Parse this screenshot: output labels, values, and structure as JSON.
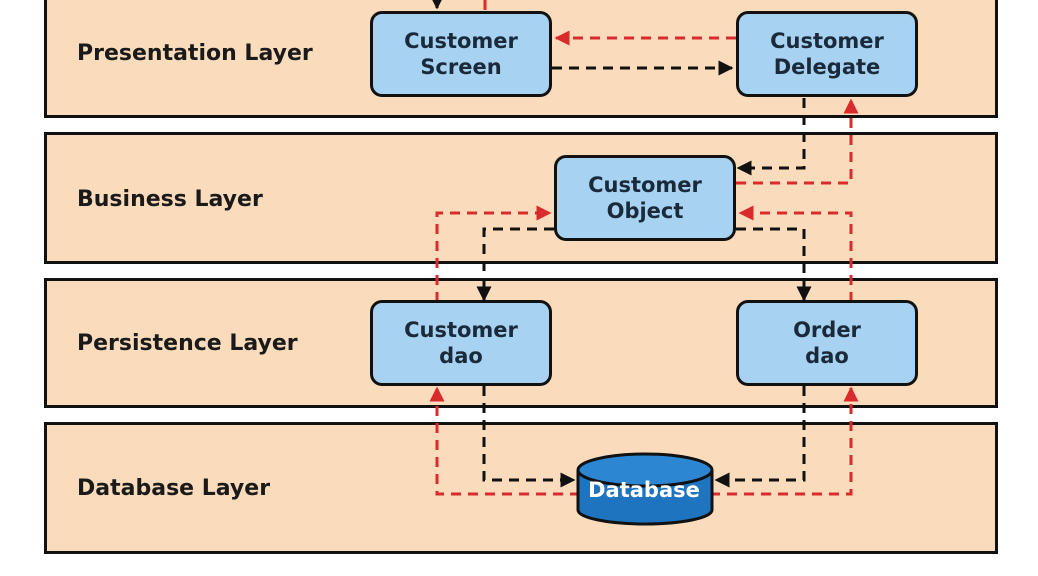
{
  "layers": [
    {
      "label": "Presentation Layer"
    },
    {
      "label": "Business Layer"
    },
    {
      "label": "Persistence Layer"
    },
    {
      "label": "Database Layer"
    }
  ],
  "components": {
    "customer_screen": {
      "line1": "Customer",
      "line2": "Screen"
    },
    "customer_delegate": {
      "line1": "Customer",
      "line2": "Delegate"
    },
    "customer_object": {
      "line1": "Customer",
      "line2": "Object"
    },
    "customer_dao": {
      "line1": "Customer",
      "line2": "dao"
    },
    "order_dao": {
      "line1": "Order",
      "line2": "dao"
    },
    "database": {
      "label": "Database"
    }
  },
  "colors": {
    "layer_fill": "#fadcbc",
    "box_fill": "#a7d2f2",
    "database_fill": "#1f74c0",
    "request_arrow": "#111111",
    "response_arrow": "#d92b2b"
  }
}
